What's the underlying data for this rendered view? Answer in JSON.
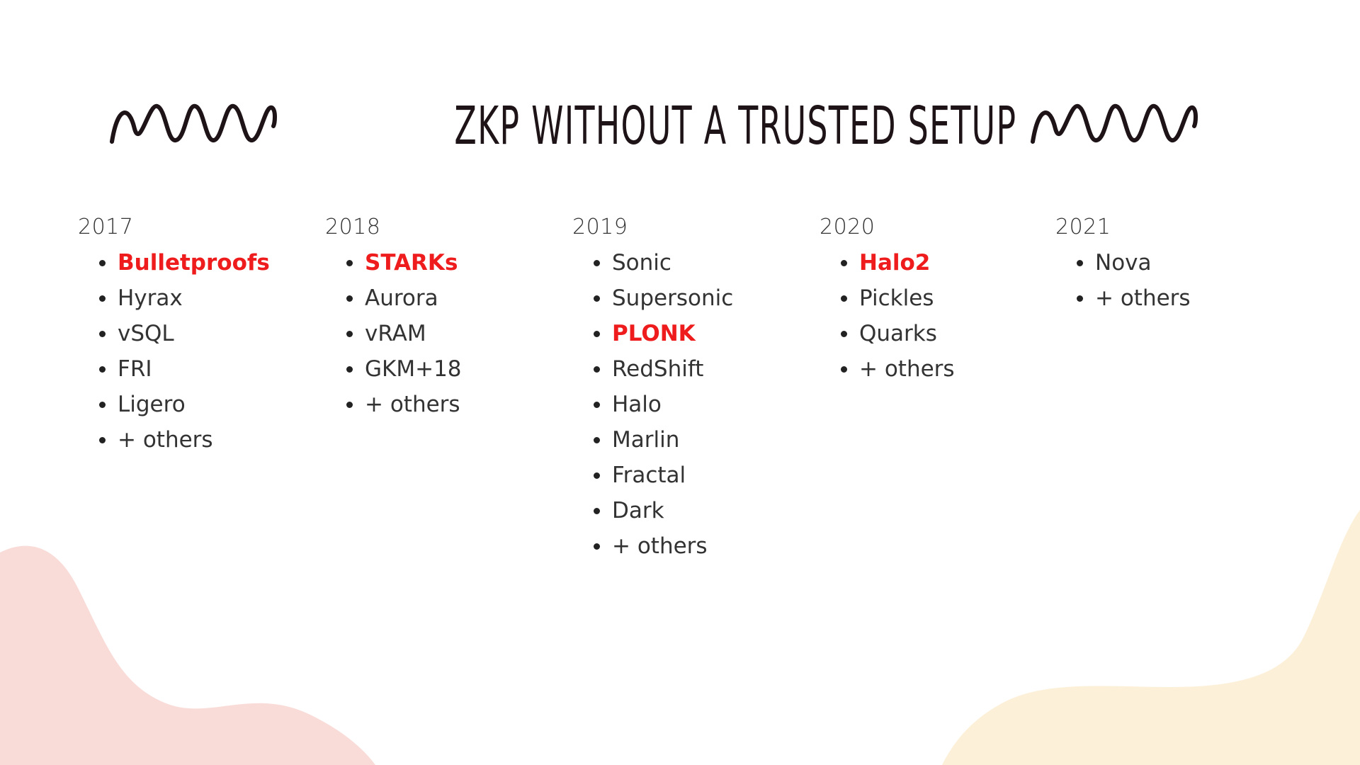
{
  "title": "ZKP WITHOUT A TRUSTED SETUP",
  "colors": {
    "highlight": "#ee1c1c",
    "text": "#333333",
    "title": "#1e1418",
    "blob_left": "#f9dcd8",
    "blob_right": "#fdf0d9"
  },
  "decorations": {
    "left": "squiggle-icon",
    "right": "squiggle-icon"
  },
  "columns": [
    {
      "year": "2017",
      "items": [
        {
          "text": "Bulletproofs",
          "highlight": true
        },
        {
          "text": "Hyrax",
          "highlight": false
        },
        {
          "text": "vSQL",
          "highlight": false
        },
        {
          "text": "FRI",
          "highlight": false
        },
        {
          "text": "Ligero",
          "highlight": false
        },
        {
          "text": "+ others",
          "highlight": false
        }
      ]
    },
    {
      "year": "2018",
      "items": [
        {
          "text": "STARKs",
          "highlight": true
        },
        {
          "text": "Aurora",
          "highlight": false
        },
        {
          "text": "vRAM",
          "highlight": false
        },
        {
          "text": "GKM+18",
          "highlight": false
        },
        {
          "text": "+ others",
          "highlight": false
        }
      ]
    },
    {
      "year": "2019",
      "items": [
        {
          "text": "Sonic",
          "highlight": false
        },
        {
          "text": "Supersonic",
          "highlight": false
        },
        {
          "text": "PLONK",
          "highlight": true
        },
        {
          "text": "RedShift",
          "highlight": false
        },
        {
          "text": "Halo",
          "highlight": false
        },
        {
          "text": "Marlin",
          "highlight": false
        },
        {
          "text": "Fractal",
          "highlight": false
        },
        {
          "text": "Dark",
          "highlight": false
        },
        {
          "text": "+ others",
          "highlight": false
        }
      ]
    },
    {
      "year": "2020",
      "items": [
        {
          "text": "Halo2",
          "highlight": true
        },
        {
          "text": "Pickles",
          "highlight": false
        },
        {
          "text": "Quarks",
          "highlight": false
        },
        {
          "text": "+ others",
          "highlight": false
        }
      ]
    },
    {
      "year": "2021",
      "items": [
        {
          "text": "Nova",
          "highlight": false
        },
        {
          "text": "+ others",
          "highlight": false
        }
      ]
    }
  ]
}
